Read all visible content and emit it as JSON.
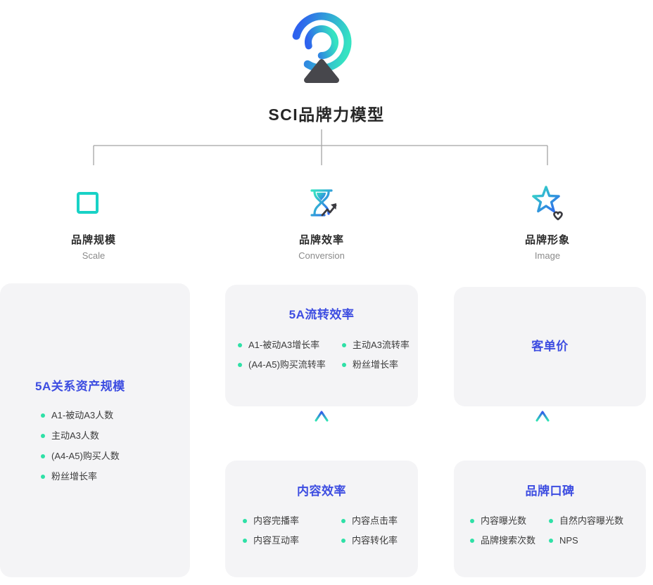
{
  "title": "SCI品牌力模型",
  "branches": [
    {
      "label": "品牌规模",
      "sublabel": "Scale",
      "icon": "layers-icon"
    },
    {
      "label": "品牌效率",
      "sublabel": "Conversion",
      "icon": "hourglass-icon"
    },
    {
      "label": "品牌形象",
      "sublabel": "Image",
      "icon": "star-heart-icon"
    }
  ],
  "cards": {
    "scale_assets": {
      "heading": "5A关系资产规模",
      "items": [
        "A1-被动A3人数",
        "主动A3人数",
        "(A4-A5)购买人数",
        "粉丝增长率"
      ]
    },
    "flow_efficiency": {
      "heading": "5A流转效率",
      "rows": [
        [
          "A1-被动A3增长率",
          "主动A3流转率"
        ],
        [
          "(A4-A5)购买流转率",
          "粉丝增长率"
        ]
      ]
    },
    "content_efficiency": {
      "heading": "内容效率",
      "rows": [
        [
          "内容完播率",
          "内容点击率"
        ],
        [
          "内容互动率",
          "内容转化率"
        ]
      ]
    },
    "customer_price": {
      "heading": "客单价"
    },
    "brand_reputation": {
      "heading": "品牌口碑",
      "rows": [
        [
          "内容曝光数",
          "自然内容曝光数"
        ],
        [
          "品牌搜索次数",
          "NPS"
        ]
      ]
    }
  },
  "colors": {
    "accent_blue": "#3D4DE1",
    "bullet_green": "#2EE0A6",
    "card_background": "#F4F4F6",
    "gradient_teal": "#35E3C2",
    "gradient_blue": "#2E62EE",
    "connector_gray": "#A5A5A5",
    "dark_icon": "#47474C"
  }
}
